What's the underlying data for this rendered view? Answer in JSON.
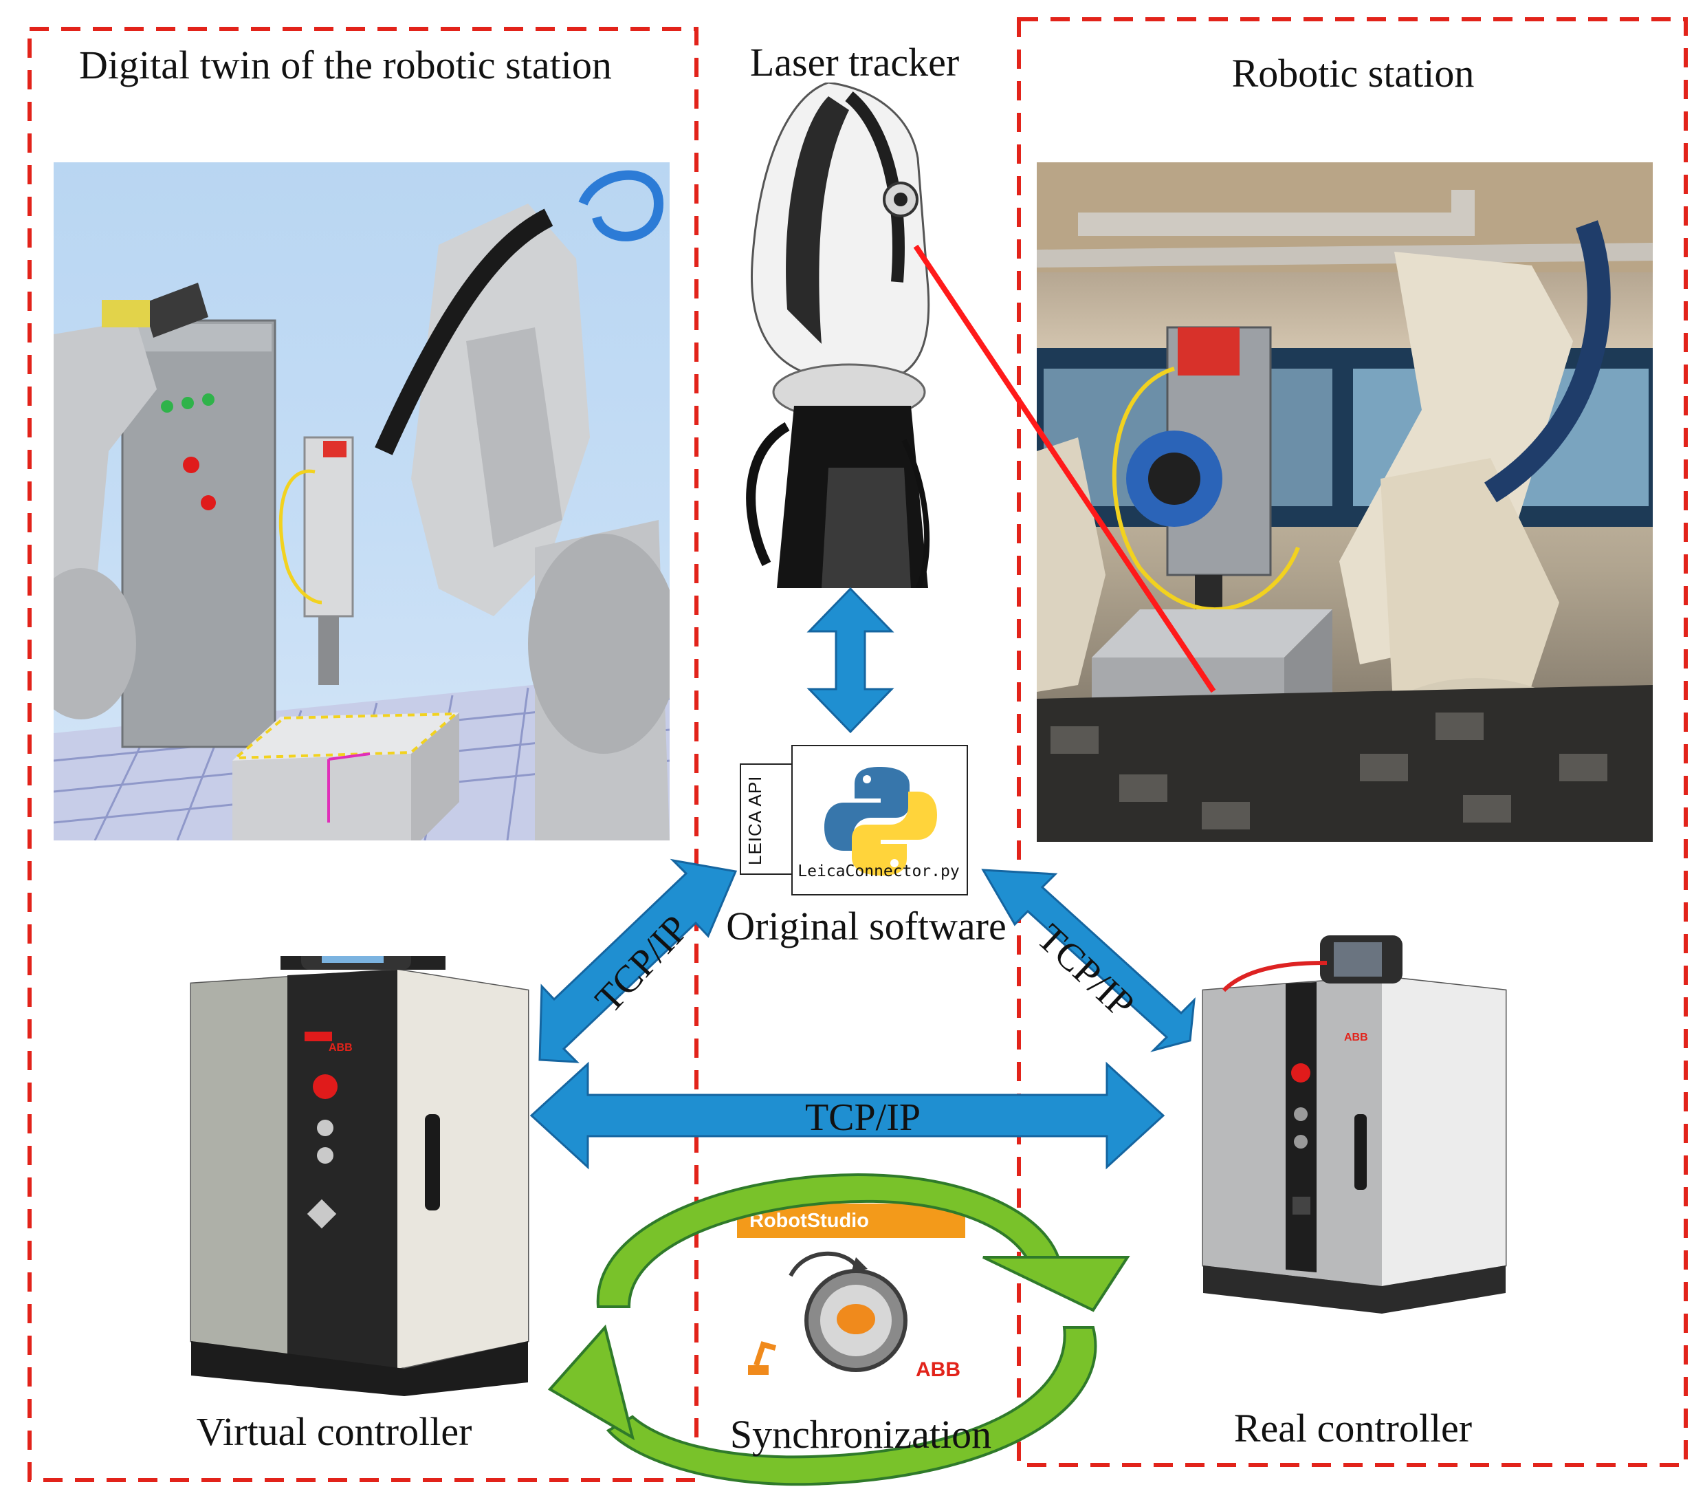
{
  "figure": {
    "labels": {
      "digital_twin": "Digital twin of the robotic station",
      "laser_tracker": "Laser tracker",
      "robotic_station": "Robotic station",
      "original_software": "Original software",
      "virtual_controller": "Virtual controller",
      "real_controller": "Real controller",
      "synchronization": "Synchronization"
    },
    "connections": {
      "left": "TCP/IP",
      "right": "TCP/IP",
      "middle": "TCP/IP"
    },
    "software": {
      "api_label": "LEICA API",
      "file_name": "LeicaConnector.py",
      "sync_tool": "RobotStudio",
      "brand": "ABB"
    },
    "controller_brand": "ABB"
  },
  "colors": {
    "dashed_border": "#e2231a",
    "arrow_blue": "#1f8fd1",
    "arrow_blue_dark": "#1565a0",
    "sync_green": "#79c22a",
    "laser_beam": "#ff1a1a",
    "robotstudio_orange": "#f39a1a",
    "python_blue": "#3776ab",
    "python_yellow": "#ffd43b"
  }
}
